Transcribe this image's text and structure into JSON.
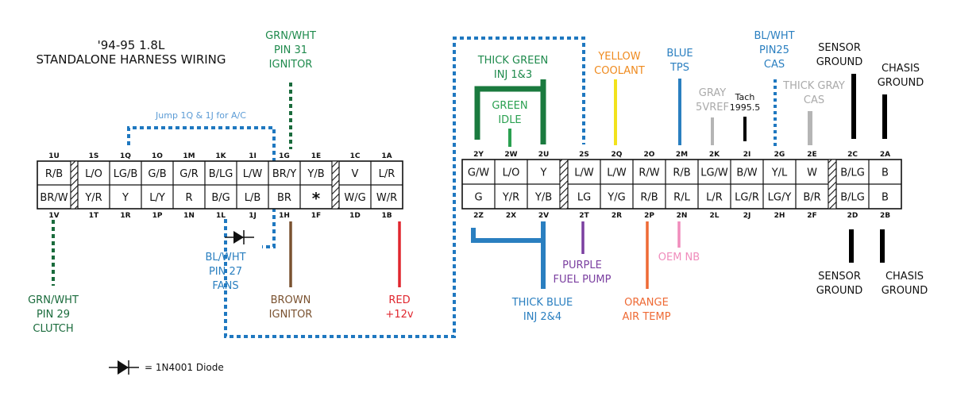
{
  "title": {
    "line1": "'94-95 1.8L",
    "line2": "STANDALONE HARNESS WIRING"
  },
  "jump_note": "Jump 1Q & 1J for A/C",
  "legend": {
    "icon": "diode-icon",
    "text": "= 1N4001 Diode"
  },
  "connector1": {
    "top_pins": [
      "1U",
      "",
      "1S",
      "1Q",
      "1O",
      "1M",
      "1K",
      "1I",
      "1G",
      "1E",
      "",
      "1C",
      "1A"
    ],
    "top_wires": [
      "R/B",
      "",
      "L/O",
      "LG/B",
      "G/B",
      "G/R",
      "B/LG",
      "L/W",
      "BR/Y",
      "Y/B",
      "",
      "V",
      "L/R"
    ],
    "bottom_wires": [
      "BR/W",
      "",
      "Y/R",
      "Y",
      "L/Y",
      "R",
      "B/G",
      "L/B",
      "BR",
      "*",
      "",
      "W/G",
      "W/R"
    ],
    "bottom_pins": [
      "1V",
      "",
      "1T",
      "1R",
      "1P",
      "1N",
      "1L",
      "1J",
      "1H",
      "1F",
      "",
      "1D",
      "1B"
    ]
  },
  "connector2": {
    "top_pins": [
      "2Y",
      "2W",
      "2U",
      "",
      "2S",
      "2Q",
      "2O",
      "2M",
      "2K",
      "2I",
      "2G",
      "2E",
      "",
      "2C",
      "2A"
    ],
    "top_wires": [
      "G/W",
      "L/O",
      "Y",
      "",
      "L/W",
      "L/W",
      "R/W",
      "R/B",
      "LG/W",
      "B/W",
      "Y/L",
      "W",
      "",
      "B/LG",
      "B"
    ],
    "bottom_wires": [
      "G",
      "Y/R",
      "Y/B",
      "",
      "LG",
      "Y/G",
      "R/B",
      "R/L",
      "L/R",
      "LG/R",
      "LG/Y",
      "B/R",
      "",
      "B/LG",
      "B"
    ],
    "bottom_pins": [
      "2Z",
      "2X",
      "2V",
      "",
      "2T",
      "2R",
      "2P",
      "2N",
      "2L",
      "2J",
      "2H",
      "2F",
      "",
      "2D",
      "2B"
    ]
  },
  "annotations": {
    "ignitor_31": {
      "lines": [
        "GRN/WHT",
        "PIN 31",
        "IGNITOR"
      ],
      "color": "#1e8a4c"
    },
    "clutch_29": {
      "lines": [
        "GRN/WHT",
        "PIN 29",
        "CLUTCH"
      ],
      "color": "#1a6b3c"
    },
    "fans_27": {
      "lines": [
        "BL/WHT",
        "PIN 27",
        "FANS"
      ],
      "color": "#2a7fc0"
    },
    "brown_ignitor": {
      "lines": [
        "BROWN",
        "IGNITOR"
      ],
      "color": "#7a5230"
    },
    "red_12v": {
      "lines": [
        "RED",
        "+12v"
      ],
      "color": "#e0262e"
    },
    "thick_green": {
      "lines": [
        "THICK GREEN",
        "INJ 1&3"
      ],
      "color": "#1e8a4c"
    },
    "green_idle": {
      "lines": [
        "GREEN",
        "IDLE"
      ],
      "color": "#2aa050"
    },
    "yellow_coolant": {
      "lines": [
        "YELLOW",
        "COOLANT"
      ],
      "color": "#ef8a1e"
    },
    "blue_tps": {
      "lines": [
        "BLUE",
        "TPS"
      ],
      "color": "#2a7fc0"
    },
    "gray_5vref": {
      "lines": [
        "GRAY",
        "5VREF"
      ],
      "color": "#aaaaaa"
    },
    "tach": {
      "lines": [
        "Tach",
        "1995.5"
      ],
      "color": "#111111"
    },
    "cas_25": {
      "lines": [
        "BL/WHT",
        "PIN25",
        "CAS"
      ],
      "color": "#2a7fc0"
    },
    "thick_gray_cas": {
      "lines": [
        "THICK GRAY",
        "CAS"
      ],
      "color": "#aaaaaa"
    },
    "sensor_ground_top": {
      "lines": [
        "SENSOR",
        "GROUND"
      ],
      "color": "#111111"
    },
    "chasis_ground_top": {
      "lines": [
        "CHASIS",
        "GROUND"
      ],
      "color": "#111111"
    },
    "thick_blue": {
      "lines": [
        "THICK BLUE",
        "INJ 2&4"
      ],
      "color": "#2a7fc0"
    },
    "purple_fuel": {
      "lines": [
        "PURPLE",
        "FUEL PUMP"
      ],
      "color": "#7b3fa0"
    },
    "orange_air": {
      "lines": [
        "ORANGE",
        "AIR TEMP"
      ],
      "color": "#ee6a35"
    },
    "oem_nb": {
      "lines": [
        "OEM NB"
      ],
      "color": "#f08cbc"
    },
    "sensor_ground_bottom": {
      "lines": [
        "SENSOR",
        "GROUND"
      ],
      "color": "#111111"
    },
    "chasis_ground_bottom": {
      "lines": [
        "CHASIS",
        "GROUND"
      ],
      "color": "#111111"
    }
  },
  "wire_colors": {
    "dotted_blue": "#1f78c0",
    "dotted_green": "#1a6b3c",
    "thick_green": "#1a7a3e",
    "green_idle": "#2aa050",
    "yellow": "#f2e21c",
    "blue": "#2a7fc0",
    "gray": "#b5b5b5",
    "black": "#000000",
    "brown": "#7a5230",
    "red": "#e0262e",
    "purple": "#7b3fa0",
    "orange": "#ee6a35",
    "pink": "#f08cbc"
  }
}
